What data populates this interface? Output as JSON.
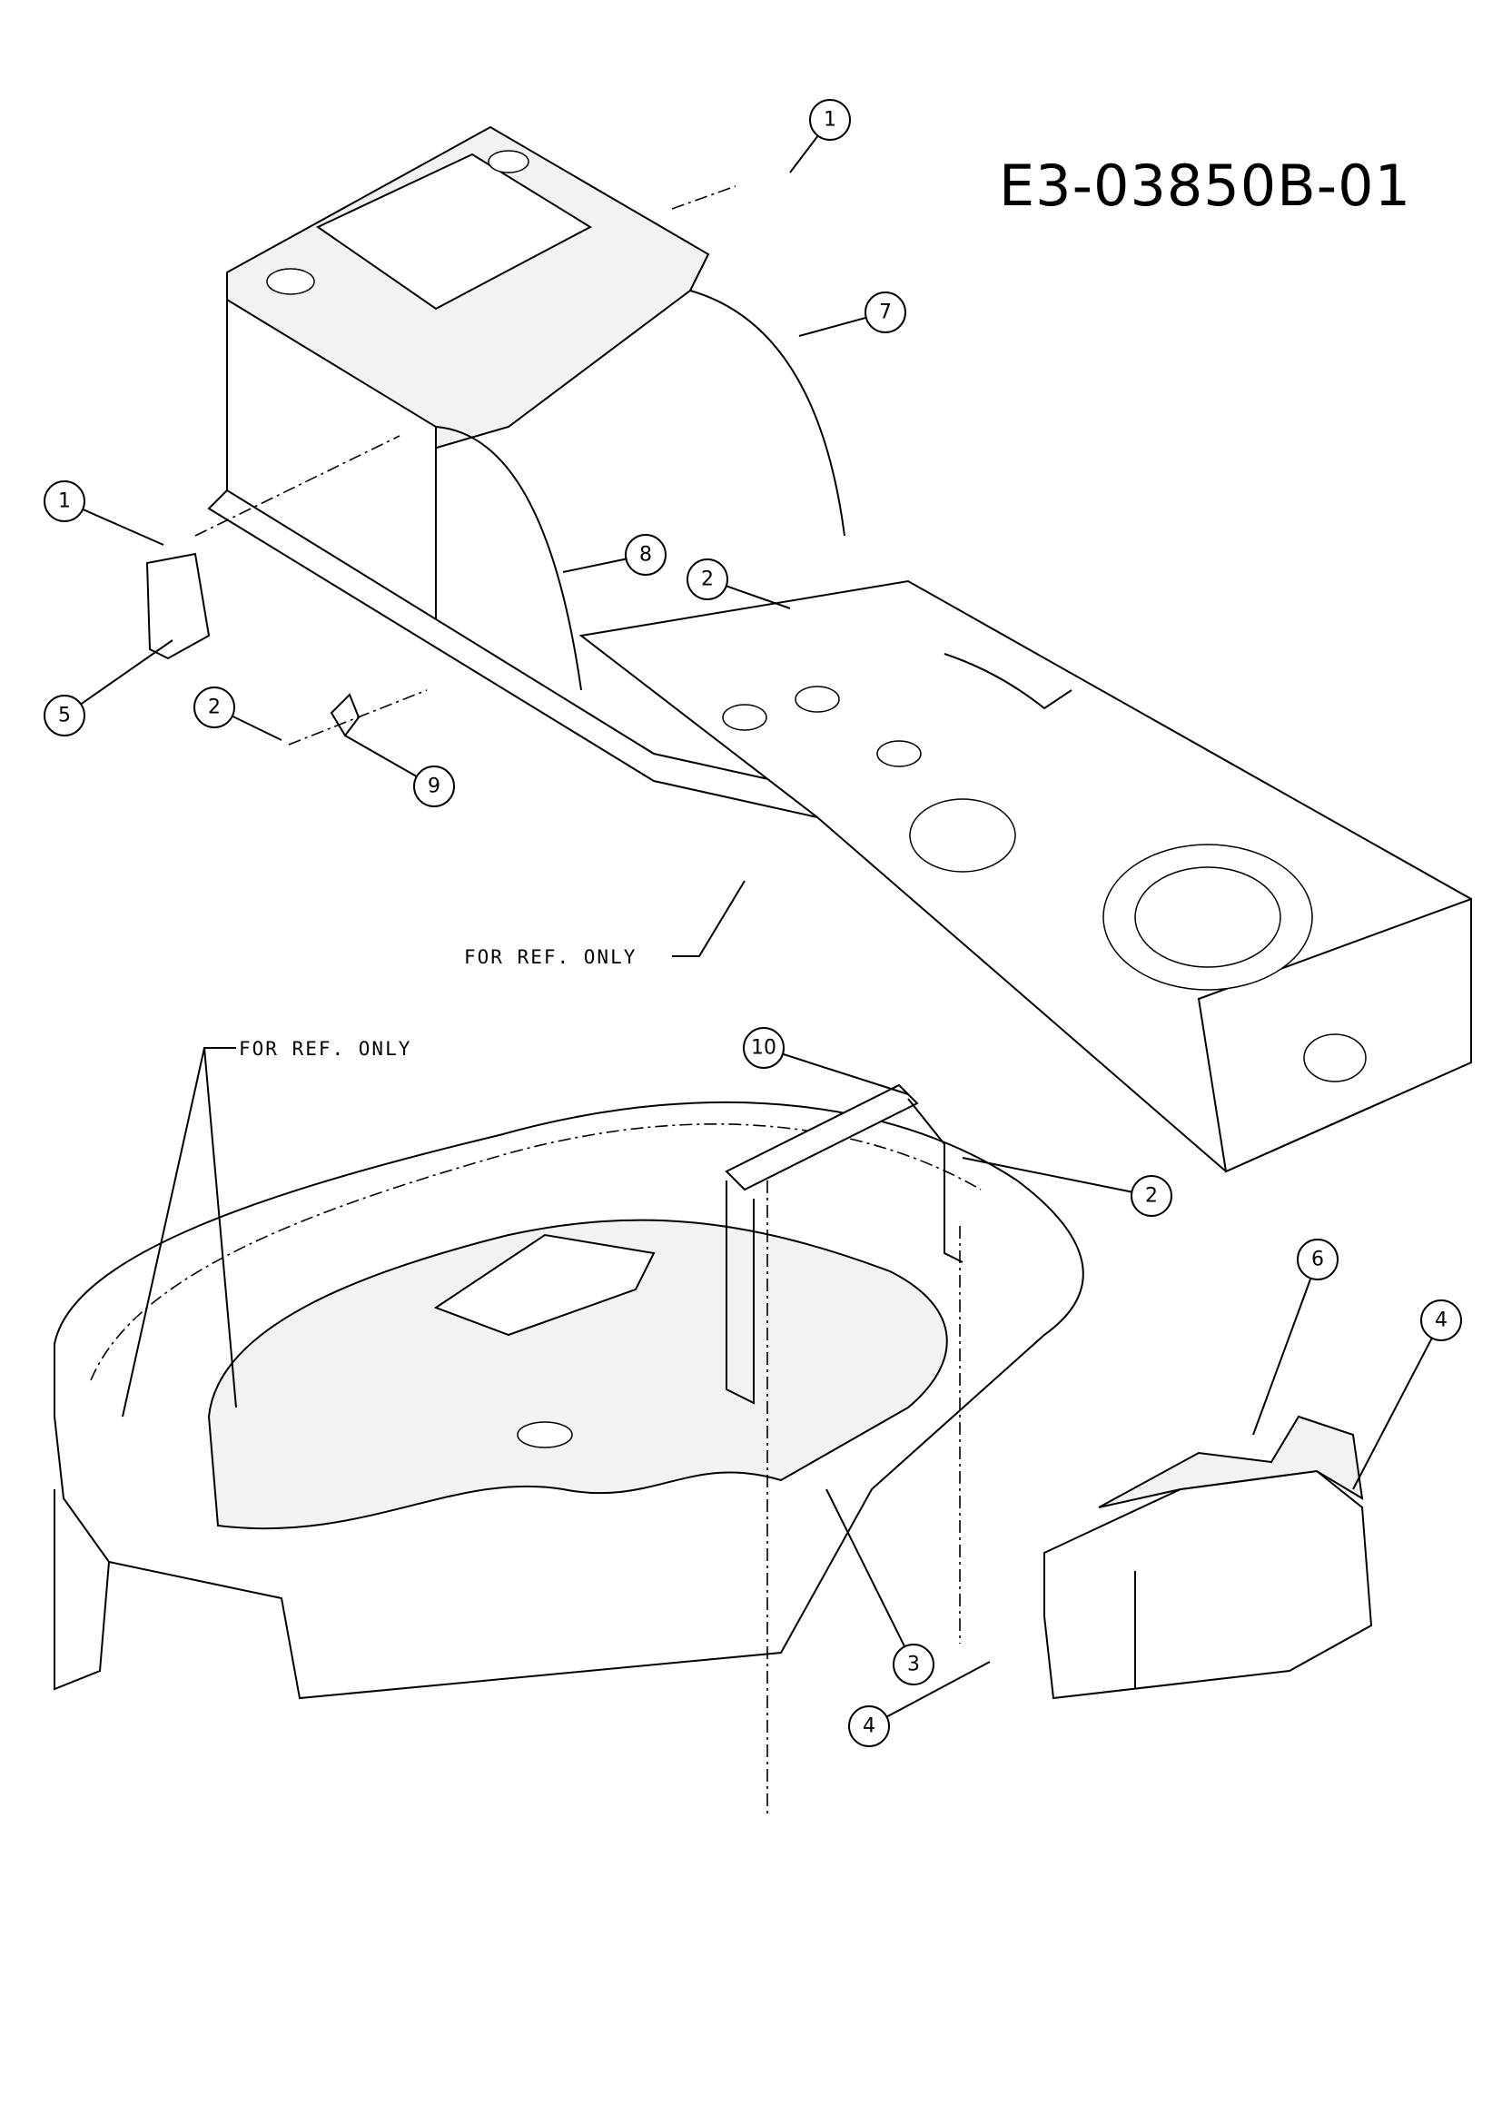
{
  "drawing_number": "E3-03850B-01",
  "reference_notes": [
    "FOR REF. ONLY",
    "FOR REF. ONLY"
  ],
  "callouts": [
    "1",
    "7",
    "1",
    "8",
    "2",
    "5",
    "2",
    "9",
    "10",
    "2",
    "6",
    "4",
    "3",
    "4"
  ]
}
